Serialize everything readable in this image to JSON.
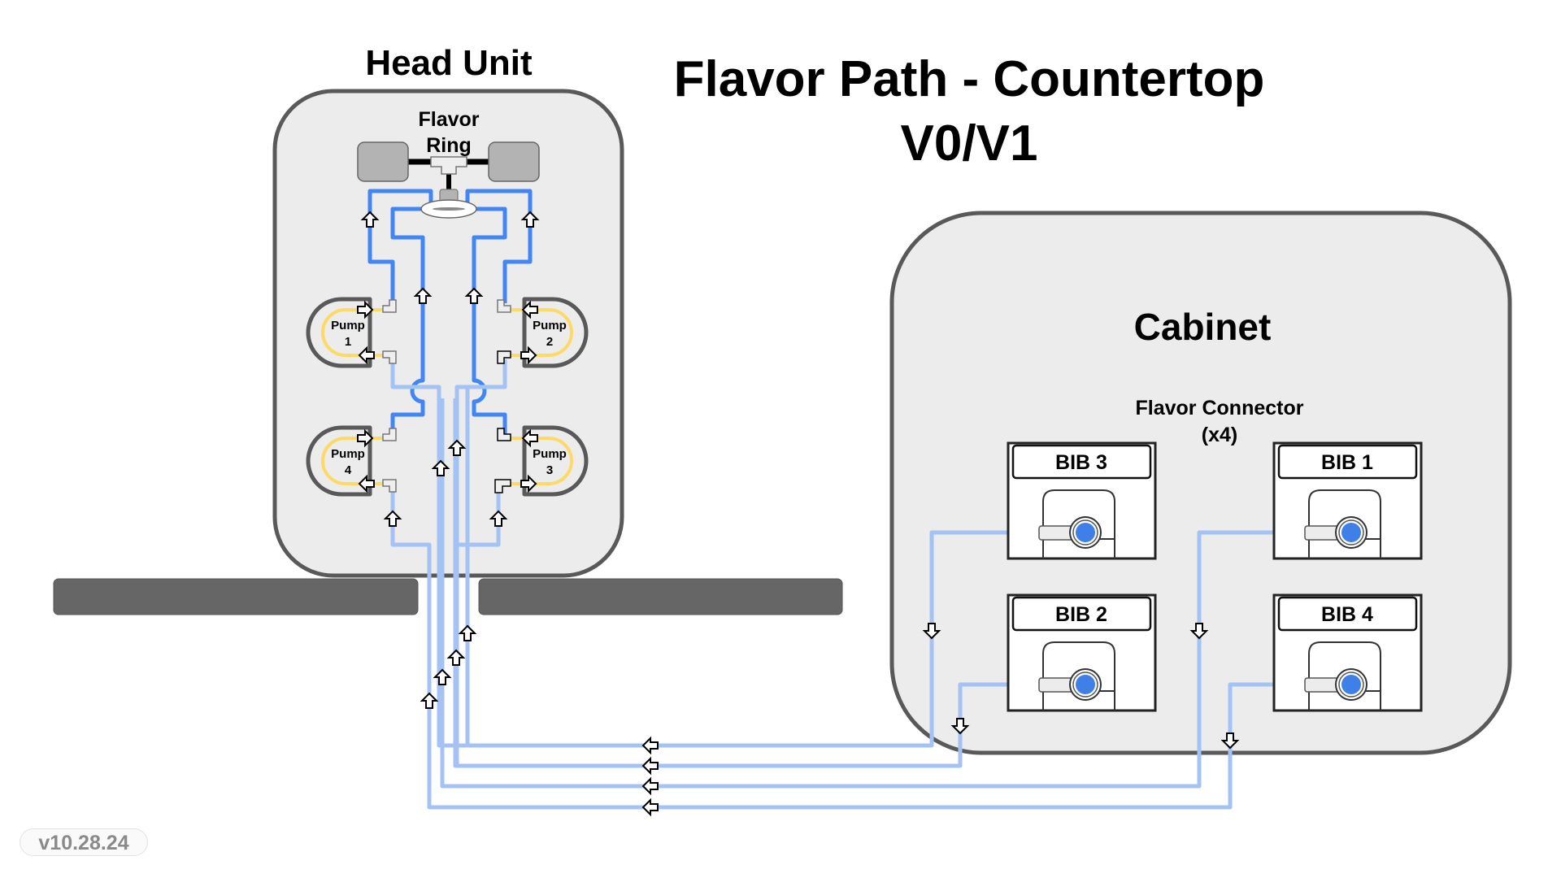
{
  "title": {
    "line1": "Flavor Path - Countertop",
    "line2": "V0/V1"
  },
  "head_unit": {
    "label": "Head Unit",
    "flavor_ring_label_line1": "Flavor",
    "flavor_ring_label_line2": "Ring",
    "pumps": [
      {
        "id": 1,
        "label_line1": "Pump",
        "label_line2": "1"
      },
      {
        "id": 2,
        "label_line1": "Pump",
        "label_line2": "2"
      },
      {
        "id": 3,
        "label_line1": "Pump",
        "label_line2": "3"
      },
      {
        "id": 4,
        "label_line1": "Pump",
        "label_line2": "4"
      }
    ]
  },
  "cabinet": {
    "label": "Cabinet",
    "connector_label_line1": "Flavor Connector",
    "connector_label_line2": "(x4)",
    "bibs": [
      {
        "label": "BIB 3"
      },
      {
        "label": "BIB 1"
      },
      {
        "label": "BIB 2"
      },
      {
        "label": "BIB 4"
      }
    ]
  },
  "colors": {
    "tube_dark_blue": "#4285f4",
    "tube_light_blue": "#a4c2f4",
    "pump_tube_yellow": "#ffd966",
    "box_fill": "#ececec",
    "box_stroke": "#595959",
    "counter_fill": "#666666",
    "connector_blue": "#3f7fe8"
  },
  "version": "v10.28.24"
}
